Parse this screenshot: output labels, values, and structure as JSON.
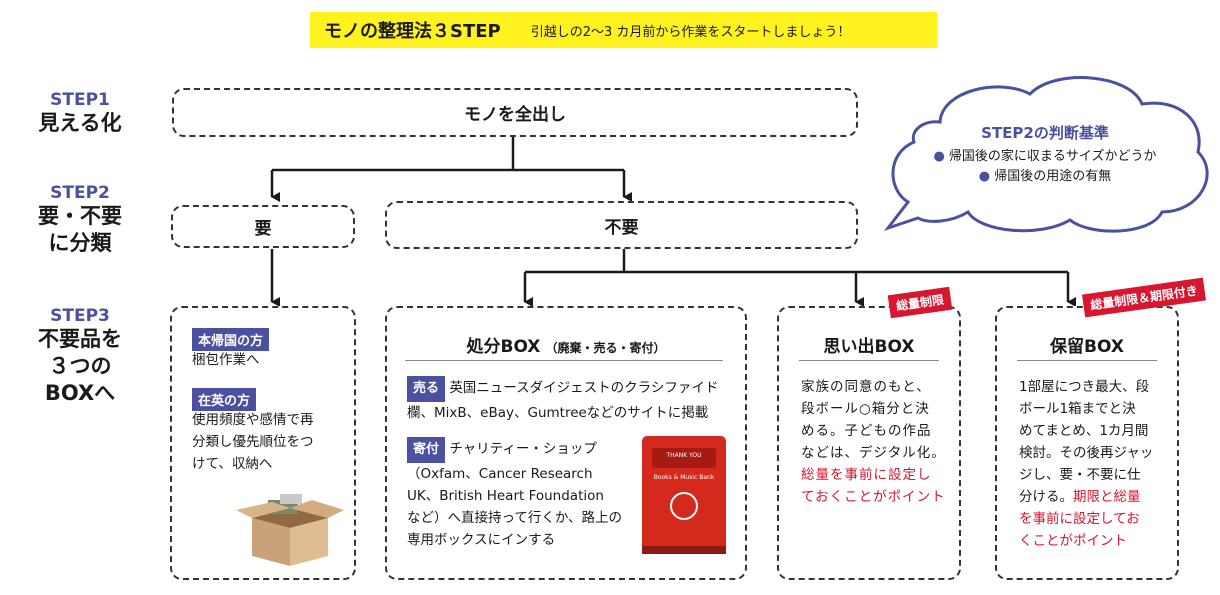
{
  "banner": {
    "title": "モノの整理法３STEP",
    "subtitle": "引越しの2〜3 カ月前から作業をスタートしましょう！"
  },
  "steps": [
    {
      "label": "STEP1",
      "desc": "見える化"
    },
    {
      "label": "STEP2",
      "desc_line1": "要・不要",
      "desc_line2": "に分類"
    },
    {
      "label": "STEP3",
      "desc_line1": "不要品を",
      "desc_line2": "３つの",
      "desc_line3": "BOXへ"
    }
  ],
  "nodes": {
    "all_out": "モノを全出し",
    "needed": "要",
    "unneeded": "不要"
  },
  "cloud": {
    "title": "STEP2の判断基準",
    "bullet_mark": "●",
    "items": [
      "帰国後の家に収まるサイズかどうか",
      "帰国後の用途の有無"
    ],
    "border_color": "#4b51a0"
  },
  "needed_box": {
    "tag1": "本帰国の方",
    "text1": "梱包作業へ",
    "tag2": "在英の方",
    "text2_lines": [
      "使用頻度や感情で再",
      "分類し優先順位をつ",
      "けて、収納へ"
    ]
  },
  "disposal_box": {
    "title": "処分BOX",
    "title_note": "（廃棄・売る・寄付）",
    "sell_tag": "売る",
    "sell_lines": [
      "英国ニュースダイジェストのクラシファイド",
      "欄、MixB、eBay、Gumtreeなどのサイトに掲載"
    ],
    "donate_tag": "寄付",
    "donate_lines": [
      "チャリティー・ショップ",
      "（Oxfam、Cancer Research",
      "UK、British Heart Foundation",
      "など）へ直接持って行くか、路上の",
      "専用ボックスにインする"
    ],
    "bin_text1": "THANK YOU",
    "bin_text2": "Books & Music Bank"
  },
  "memory_box": {
    "title": "思い出BOX",
    "ribbon": "総量制限",
    "lines": [
      "家族の同意のもと、",
      "段ボール○箱分と決",
      "める。子どもの作品",
      "などは、デジタル化。"
    ],
    "red_lines": [
      "総量を事前に設定し",
      "ておくことがポイント"
    ]
  },
  "hold_box": {
    "title": "保留BOX",
    "ribbon": "総量制限＆期限付き",
    "lines": [
      "1部屋につき最大、段",
      "ボール1箱までと決",
      "めてまとめ、1カ月間",
      "検討。その後再ジャッ",
      "ジし、要・不要に仕"
    ],
    "line6_black": "分ける。",
    "line6_red": "期限と総量",
    "red_lines": [
      "を事前に設定してお",
      "くことがポイント"
    ]
  },
  "colors": {
    "accent": "#4b51a0",
    "banner": "#fff21e",
    "red": "#d7162f"
  }
}
